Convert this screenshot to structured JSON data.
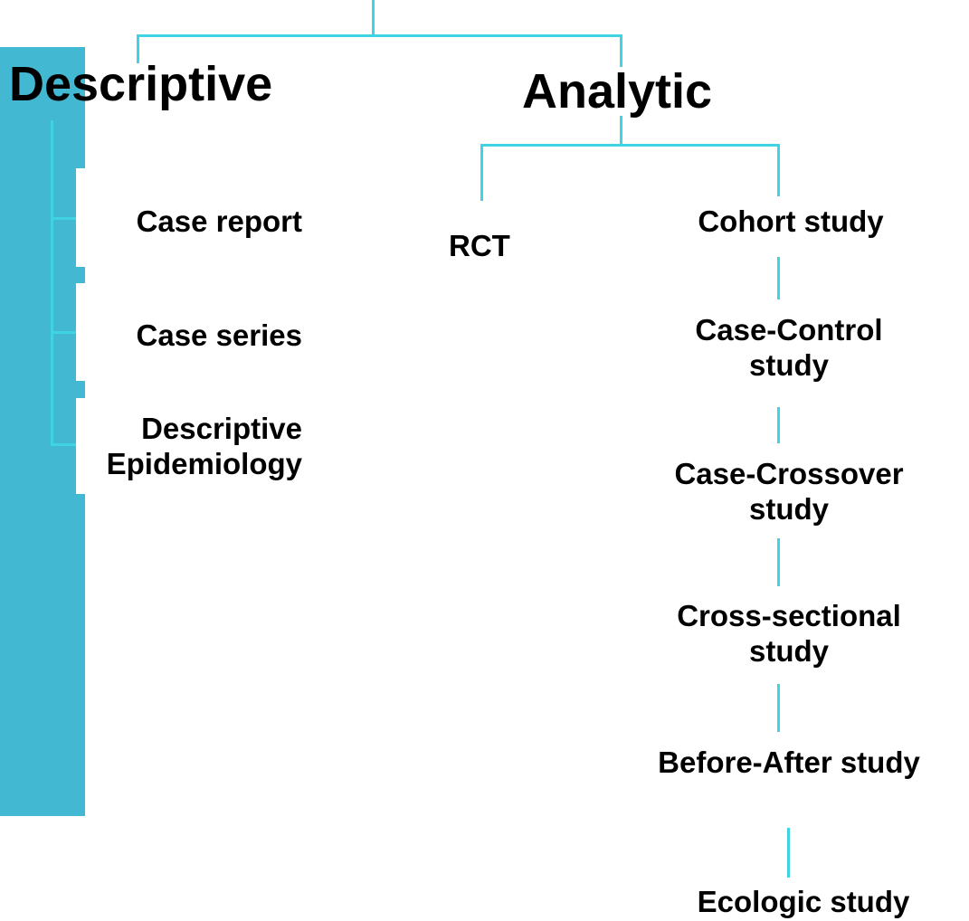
{
  "diagram": {
    "branches": {
      "descriptive": {
        "label": "Descriptive",
        "items": [
          "Case report",
          "Case series",
          "Descriptive Epidemiology"
        ]
      },
      "analytic": {
        "label": "Analytic",
        "rct": "RCT",
        "observational": [
          "Cohort study",
          "Case-Control study",
          "Case-Crossover study",
          "Cross-sectional study",
          "Before-After study",
          "Ecologic study"
        ]
      }
    }
  },
  "colors": {
    "sidebar": "#43b8d2",
    "connector": "#3fd3e3",
    "text": "#000000"
  }
}
